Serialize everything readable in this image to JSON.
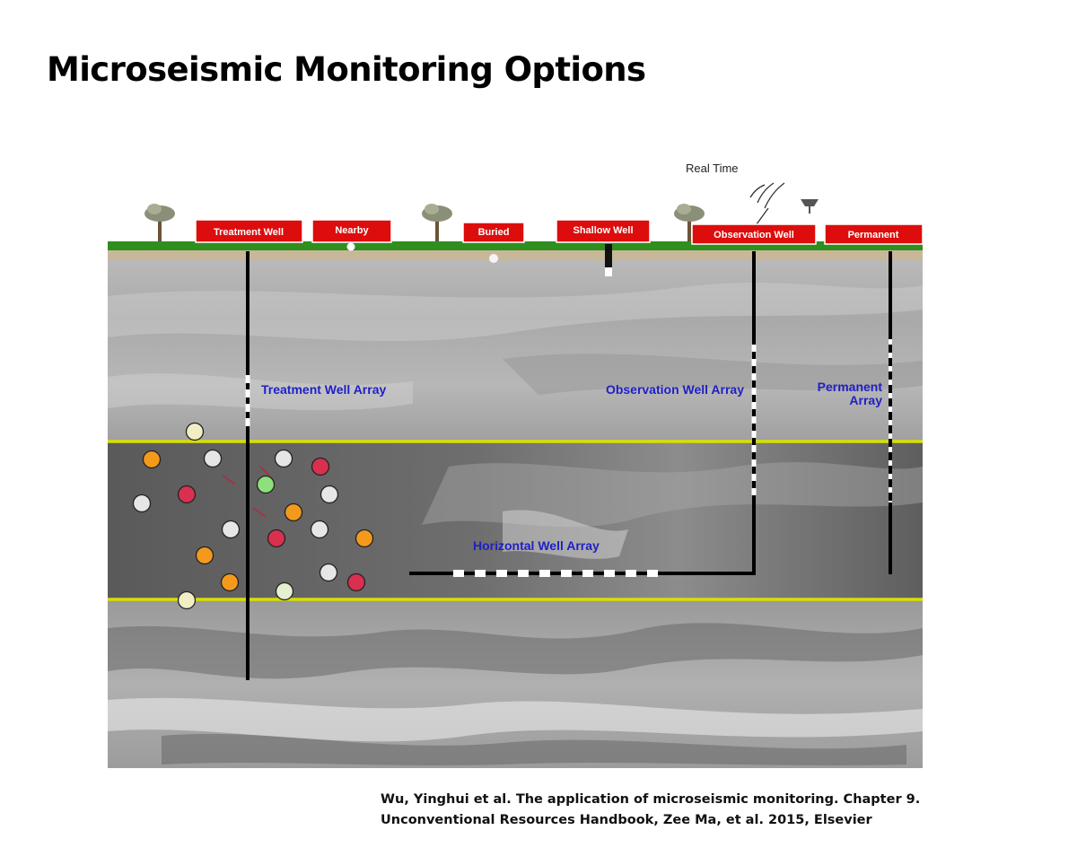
{
  "title": "Microseismic Monitoring Options",
  "real_time_label": "Real Time",
  "surface_labels": {
    "treatment_well": "Treatment Well",
    "nearby": "Nearby",
    "buried": "Buried",
    "shallow_well": "Shallow Well",
    "observation_well": "Observation Well",
    "permanent": "Permanent"
  },
  "array_labels": {
    "treatment_well_array": "Treatment Well Array",
    "observation_well_array": "Observation Well Array",
    "permanent_array_line1": "Permanent",
    "permanent_array_line2": "Array",
    "horizontal_well_array": "Horizontal Well Array"
  },
  "citation": {
    "line1": "Wu, Yinghui et al. The application of microseismic monitoring. Chapter 9.",
    "line2": "Unconventional Resources Handbook, Zee Ma, et al. 2015, Elsevier"
  },
  "colors": {
    "label_box": "#dd0d0d",
    "surface": "#2e8f1e",
    "horizon": "#d7e000",
    "array_text": "#1f1fc6",
    "event_orange": "#f39a1d",
    "event_red": "#d9304f",
    "event_green": "#8ee07a",
    "event_white": "#e6e6e6",
    "event_cream": "#f1eec6"
  }
}
